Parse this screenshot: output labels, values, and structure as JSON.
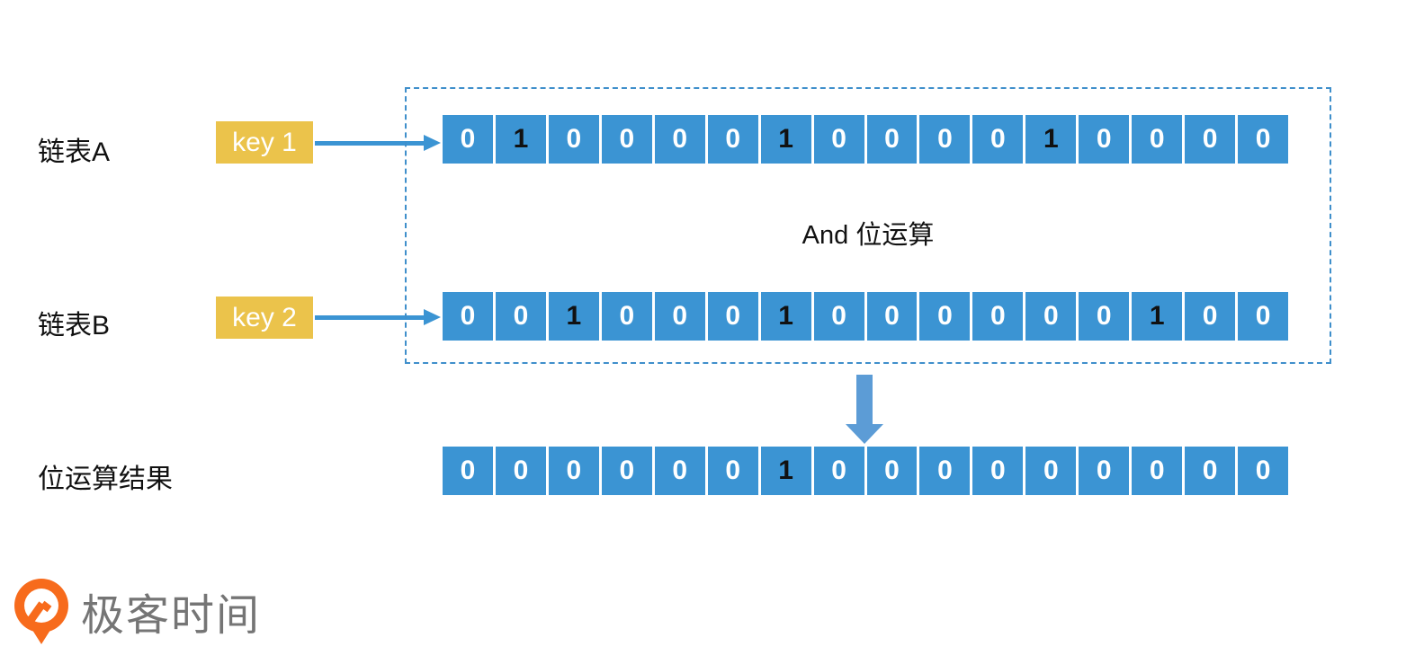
{
  "labels": {
    "row_a": "链表A",
    "row_b": "链表B",
    "result": "位运算结果",
    "operation": "And 位运算"
  },
  "keys": {
    "key1": "key 1",
    "key2": "key 2"
  },
  "bits": {
    "row_a": [
      0,
      1,
      0,
      0,
      0,
      0,
      1,
      0,
      0,
      0,
      0,
      1,
      0,
      0,
      0,
      0
    ],
    "row_b": [
      0,
      0,
      1,
      0,
      0,
      0,
      1,
      0,
      0,
      0,
      0,
      0,
      0,
      1,
      0,
      0
    ],
    "result": [
      0,
      0,
      0,
      0,
      0,
      0,
      1,
      0,
      0,
      0,
      0,
      0,
      0,
      0,
      0,
      0
    ]
  },
  "logo": {
    "text": "极客时间"
  },
  "colors": {
    "cell_blue": "#3B94D3",
    "bit_zero_text": "#FFFFFF",
    "bit_one_text": "#111111",
    "key_yellow": "#EBC34B",
    "arrow_blue": "#3B94D3",
    "big_arrow_blue": "#5C9CD6",
    "dashed_border_blue": "#3F8FCB",
    "logo_orange": "#F76B1C",
    "logo_text_gray": "#757575"
  }
}
